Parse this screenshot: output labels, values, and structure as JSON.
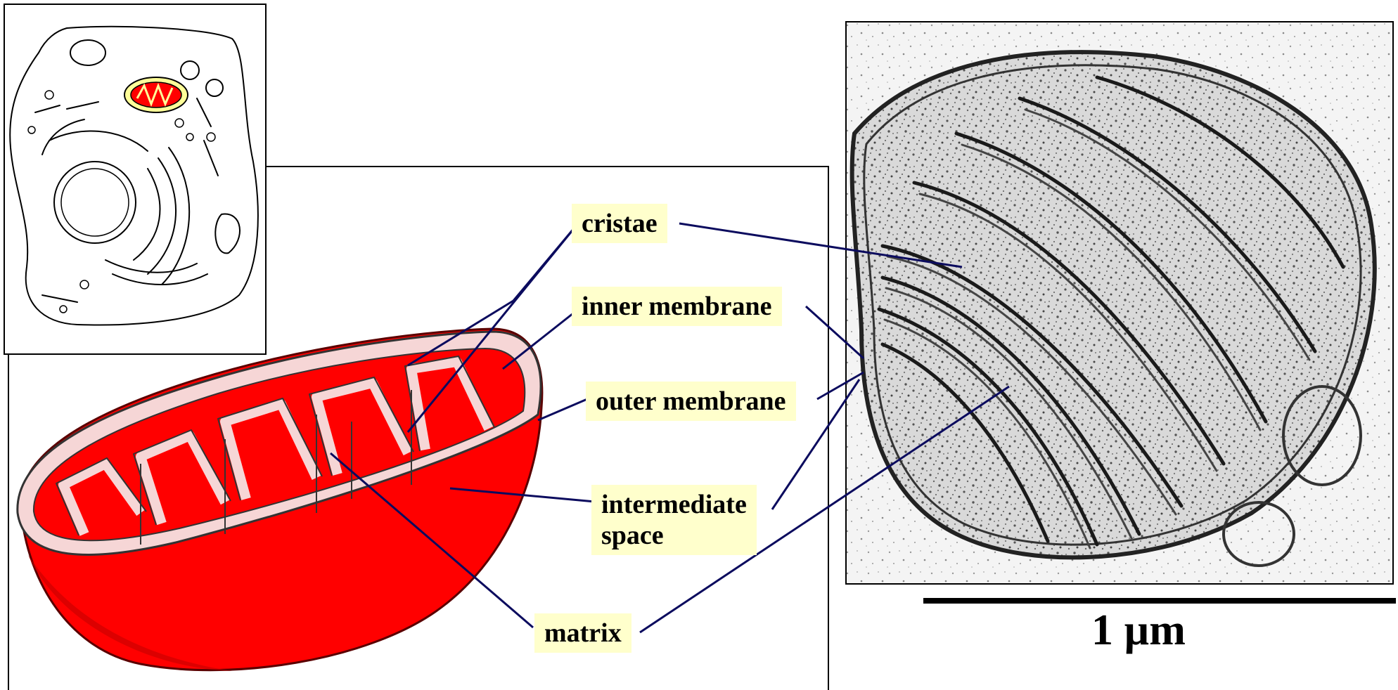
{
  "labels": {
    "cristae": "cristae",
    "inner_membrane": "inner membrane",
    "outer_membrane": "outer membrane",
    "intermediate_space_line1": "intermediate",
    "intermediate_space_line2": "space",
    "matrix": "matrix"
  },
  "scale_bar": {
    "label": "1 µm"
  },
  "colors": {
    "mitochondrion_fill": "#ff0000",
    "label_background": "#ffffcc",
    "leader_line": "#0b0b5e"
  }
}
